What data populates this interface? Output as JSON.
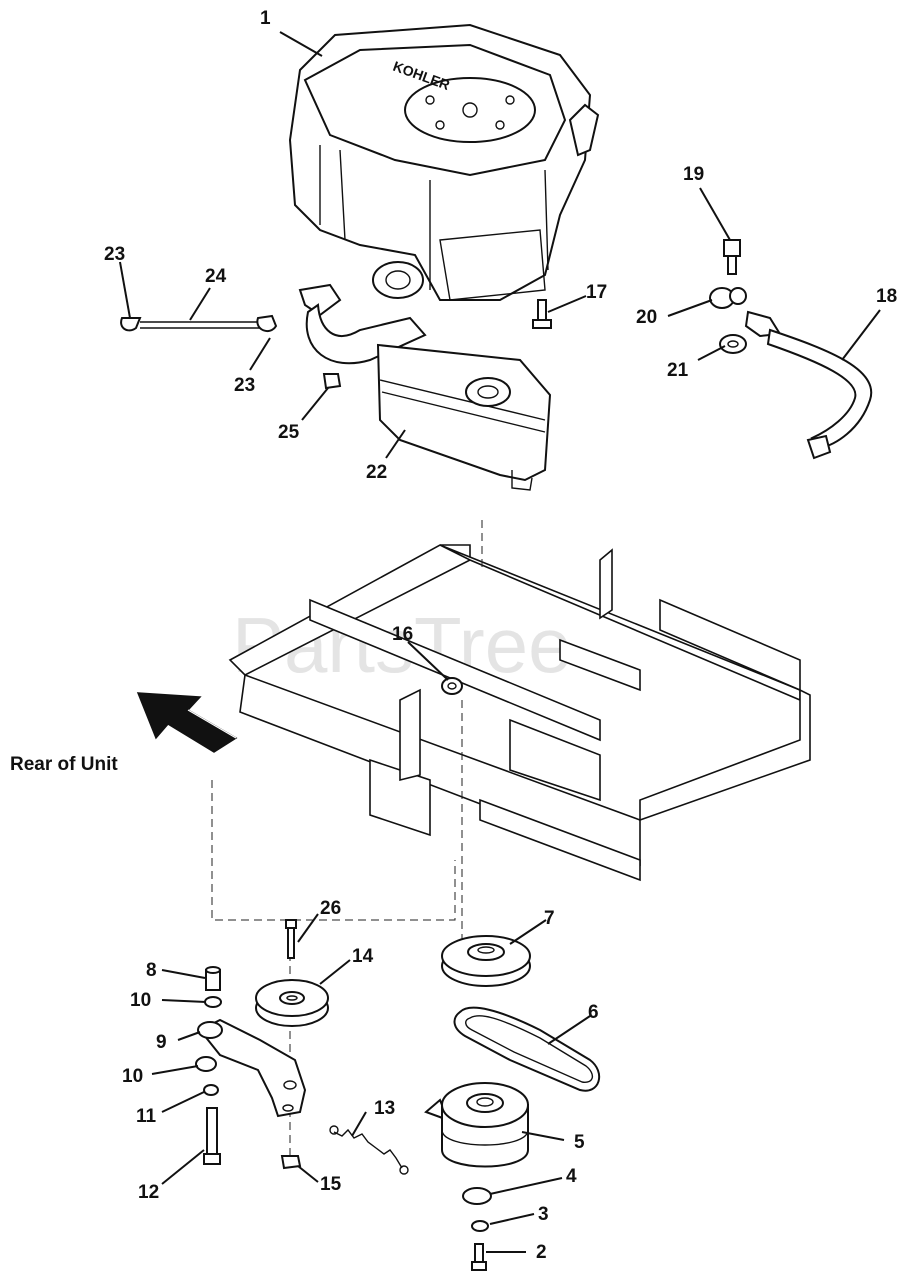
{
  "watermark": "PartsTree",
  "orientation_label": "Rear of Unit",
  "callouts": {
    "c1": "1",
    "c2": "2",
    "c3": "3",
    "c4": "4",
    "c5": "5",
    "c6": "6",
    "c7": "7",
    "c8": "8",
    "c9": "9",
    "c10a": "10",
    "c10b": "10",
    "c11": "11",
    "c12": "12",
    "c13": "13",
    "c14": "14",
    "c15": "15",
    "c16": "16",
    "c17": "17",
    "c18": "18",
    "c19": "19",
    "c20": "20",
    "c21": "21",
    "c22": "22",
    "c23a": "23",
    "c23b": "23",
    "c24": "24",
    "c25": "25",
    "c26": "26"
  },
  "engine_brand": "KOHLER",
  "colors": {
    "line": "#111111",
    "watermark": "#cfcfcf"
  }
}
